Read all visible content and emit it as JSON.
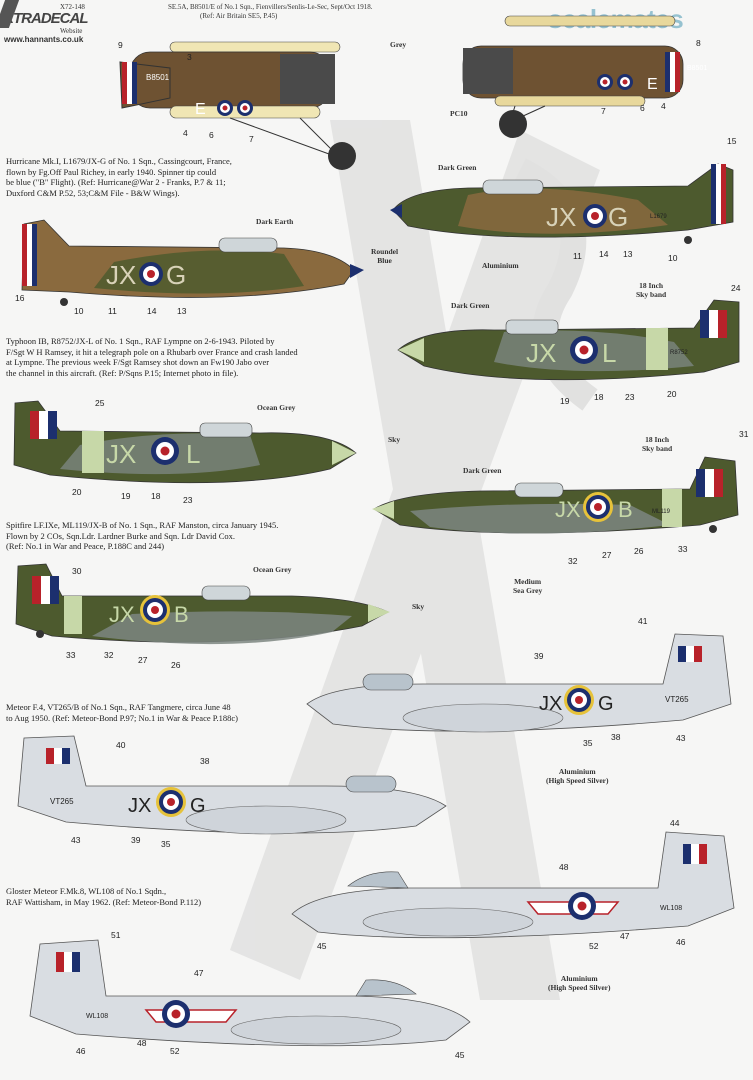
{
  "header": {
    "product_code": "X72-148",
    "brand": "XTRADECAL",
    "website_label": "Website",
    "website": "www.hannants.co.uk",
    "intro_line1": "SE.5A, B8501/E of No.1 Sqn., Fienvillers/Senlis-Le-Sec, Sept/Oct 1918.",
    "intro_line2": "(Ref: Air Britain SE5, P.45)"
  },
  "watermark": "scalemates",
  "captions": {
    "hurricane": [
      "Hurricane Mk.I, L1679/JX-G of No. 1 Sqn., Cassingcourt, France,",
      "flown by Fg.Off Paul Richey, in early 1940.  Spinner tip could",
      "be blue (\"B\" Flight). (Ref: Hurricane@War 2 - Franks, P.7 & 11;",
      "Duxford C&M P.52, 53;C&M File - B&W Wings)."
    ],
    "typhoon": [
      "Typhoon IB, R8752/JX-L of No. 1 Sqn., RAF Lympne on 2-6-1943. Piloted by",
      "F/Sgt W H Ramsey, it hit a telegraph pole on a Rhubarb over France and crash landed",
      "at Lympne. The previous week F/Sgt Ramsey shot down an Fw190 Jabo over",
      "the channel in this aircraft. (Ref: P/Sqns P.15; Internet photo in file)."
    ],
    "spitfire": [
      "Spitfire LF.IXe, ML119/JX-B of No. 1 Sqn., RAF Manston, circa January 1945.",
      "Flown by 2 COs, Sqn.Ldr. Lardner Burke and Sqn. Ldr David Cox.",
      "(Ref: No.1 in War and Peace, P.188C and 244)"
    ],
    "meteor_f4": [
      "Meteor F.4, VT265/B of No.1 Sqn., RAF Tangmere, circa June 48",
      "to Aug 1950. (Ref: Meteor-Bond P.97; No.1 in War & Peace P.188c)"
    ],
    "meteor_f8": [
      "Gloster Meteor F.Mk.8, WL108 of No.1 Sqdn.,",
      "RAF Wattisham, in May 1962. (Ref: Meteor-Bond P.112)"
    ]
  },
  "color_notes": {
    "grey": "Grey",
    "pc10": "PC10",
    "dark_green_1": "Dark Green",
    "dark_earth": "Dark Earth",
    "roundel_blue": [
      "Roundel",
      "Blue"
    ],
    "aluminium": "Aluminium",
    "dark_green_2": "Dark Green",
    "sky_band_1": [
      "18 Inch",
      "Sky band"
    ],
    "ocean_grey_1": "Ocean Grey",
    "sky_1": "Sky",
    "dark_green_3": "Dark Green",
    "sky_band_2": [
      "18 Inch",
      "Sky band"
    ],
    "medium_sea_grey": [
      "Medium",
      "Sea Grey"
    ],
    "ocean_grey_2": "Ocean Grey",
    "sky_2": "Sky",
    "alu_hss_1": [
      "Aluminium",
      "(High Speed Silver)"
    ],
    "alu_hss_2": [
      "Aluminium",
      "(High Speed Silver)"
    ]
  },
  "codes": {
    "se5_serial": "B8501",
    "se5_letter": "E",
    "hurricane_code": "JX",
    "hurricane_letter": "G",
    "hurricane_serial": "L1679",
    "typhoon_code": "JX",
    "typhoon_letter": "L",
    "typhoon_serial": "R8752",
    "spitfire_code": "JX",
    "spitfire_letter": "B",
    "spitfire_serial": "ML119",
    "meteor4_code": "JX",
    "meteor4_letter": "G",
    "meteor4_serial": "VT265",
    "meteor8_serial": "WL108"
  },
  "callouts": {
    "se5_left": [
      "9",
      "3",
      "4",
      "6",
      "7"
    ],
    "se5_right": [
      "8",
      "7",
      "6",
      "4"
    ],
    "hurr_right": [
      "15",
      "11",
      "14",
      "13",
      "10"
    ],
    "hurr_left": [
      "16",
      "10",
      "11",
      "14",
      "13"
    ],
    "typh_right": [
      "24",
      "19",
      "18",
      "23",
      "20"
    ],
    "typh_left": [
      "25",
      "20",
      "19",
      "18",
      "23"
    ],
    "spit_right": [
      "31",
      "32",
      "27",
      "26",
      "33"
    ],
    "spit_left": [
      "30",
      "33",
      "32",
      "27",
      "26"
    ],
    "met4_right": [
      "41",
      "39",
      "35",
      "38",
      "43"
    ],
    "met4_left": [
      "40",
      "38",
      "43",
      "39",
      "35"
    ],
    "met8_right": [
      "44",
      "48",
      "45",
      "52",
      "47",
      "46"
    ],
    "met8_left": [
      "51",
      "47",
      "46",
      "48",
      "52",
      "45"
    ]
  },
  "colors": {
    "pc10": "#5a4a2c",
    "dark_earth": "#8a6a3e",
    "dark_green": "#4d5a2e",
    "ocean_grey": "#7c8680",
    "sky": "#c7d8a8",
    "aluminium": "#d9dde2",
    "roundel_blue": "#1c2f6e",
    "roundel_red": "#b8222a",
    "yellow": "#e6c23a"
  }
}
